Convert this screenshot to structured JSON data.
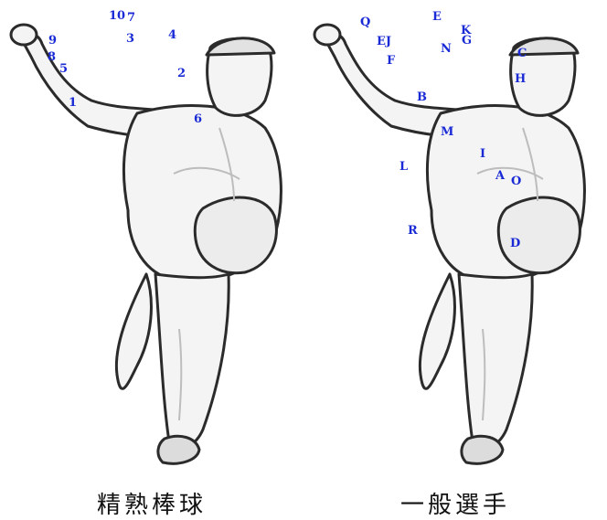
{
  "label_color": "#1a2bd6",
  "panels": [
    {
      "caption": "精熟棒球",
      "labels": [
        "10",
        "7",
        "3",
        "4",
        "9",
        "8",
        "5",
        "2",
        "1",
        "6"
      ]
    },
    {
      "caption": "一般選手",
      "labels": [
        "Q",
        "E",
        "K",
        "G",
        "N",
        "EJ",
        "F",
        "C",
        "H",
        "B",
        "M",
        "I",
        "L",
        "A",
        "O",
        "R",
        "D"
      ]
    }
  ]
}
